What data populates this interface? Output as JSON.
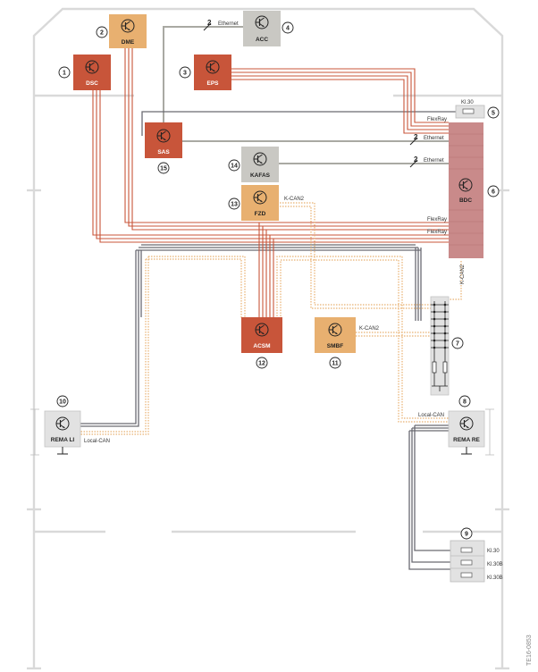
{
  "colors": {
    "dark_orange": "#c8553a",
    "light_orange": "#e8b070",
    "grey_box": "#c9c8c3",
    "light_grey_box": "#e2e2e2",
    "bdc": "#c98a8a",
    "flexray_line": "#c8553a",
    "kcan_line": "#e8b070",
    "ethernet_line": "#a9a9a3",
    "power_line": "#6a6a72"
  },
  "modules": {
    "dsc": {
      "label": "DSC",
      "number": "1"
    },
    "dme": {
      "label": "DME",
      "number": "2"
    },
    "eps": {
      "label": "EPS",
      "number": "3"
    },
    "acc": {
      "label": "ACC",
      "number": "4"
    },
    "fuse30": {
      "number": "5"
    },
    "bdc": {
      "label": "BDC",
      "number": "6"
    },
    "connector": {
      "number": "7"
    },
    "rema_re": {
      "label": "REMA RE",
      "number": "8"
    },
    "fuses": {
      "number": "9"
    },
    "rema_li": {
      "label": "REMA LI",
      "number": "10"
    },
    "smbf": {
      "label": "SMBF",
      "number": "11"
    },
    "acsm": {
      "label": "ACSM",
      "number": "12"
    },
    "fzd": {
      "label": "FZD",
      "number": "13"
    },
    "kafas": {
      "label": "KAFAS",
      "number": "14"
    },
    "sas": {
      "label": "SAS",
      "number": "15"
    }
  },
  "bus_labels": {
    "ethernet_acc": "Ethernet",
    "ethernet_acc_count": "2",
    "ethernet_sas": "Ethernet",
    "ethernet_sas_count": "2",
    "ethernet_kafas": "Ethernet",
    "ethernet_kafas_count": "2",
    "flexray_top": "FlexRay",
    "flexray_mid1": "FlexRay",
    "flexray_mid2": "FlexRay",
    "kcan2_fzd": "K-CAN2",
    "kcan2_smbf": "K-CAN2",
    "kcan2_bdc": "K-CAN2",
    "local_can_li": "Local-CAN",
    "local_can_re": "Local-CAN"
  },
  "terminals": {
    "kl30_top": "Kl.30",
    "kl30_fuse": "Kl.30",
    "kl30b_1": "Kl.30B",
    "kl30b_2": "Kl.30B"
  },
  "figure_id": "TE16-0853"
}
